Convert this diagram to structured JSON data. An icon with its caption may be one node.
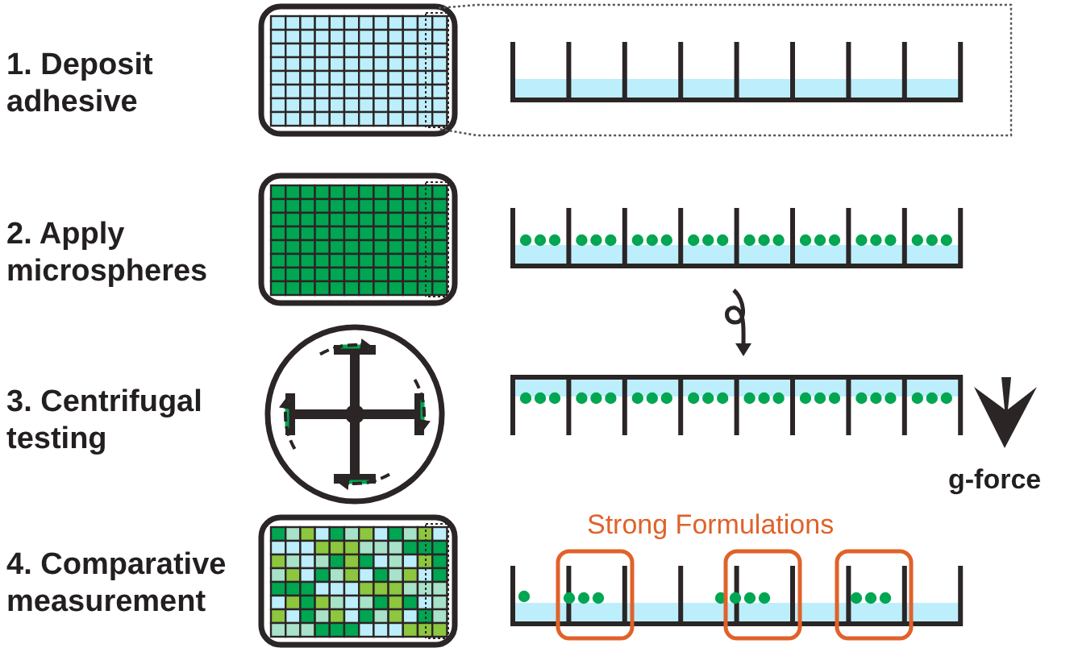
{
  "diagram": {
    "labels": [
      "1. Deposit adhesive",
      "2. Apply microspheres",
      "3. Centrifugal testing",
      "4. Comparative measurement",
      "g-force",
      "Strong Formulations"
    ]
  }
}
